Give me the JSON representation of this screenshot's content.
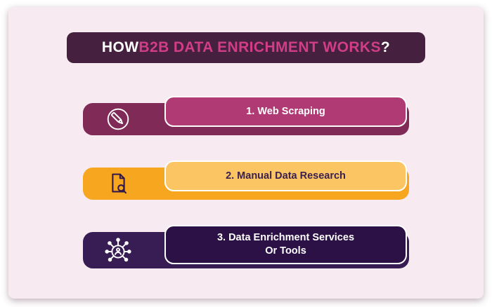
{
  "title": {
    "prefix": "HOW ",
    "highlight": "B2B DATA ENRICHMENT WORKS",
    "suffix": "?"
  },
  "rows": [
    {
      "label": "1. Web Scraping",
      "icon": "web-scraping-pen-circle-icon"
    },
    {
      "label": "2. Manual Data Research",
      "icon": "document-magnifier-icon"
    },
    {
      "label": "3. Data Enrichment Services\nOr Tools",
      "icon": "network-person-icon"
    }
  ],
  "palette": {
    "page_bg": "#ffffff",
    "card_bg": "#f7ebf1",
    "title_bar_bg": "#46203f",
    "title_text": "#ffffff",
    "title_highlight": "#d23d87",
    "step1_bg": "#802a57",
    "step1_inner": "#b03a74",
    "step1_text": "#ffffff",
    "step2_bg": "#f6a71f",
    "step2_inner": "#fbc563",
    "step2_text": "#3a2050",
    "step3_bg": "#381d55",
    "step3_inner": "#2b1145",
    "step3_text": "#ffffff"
  }
}
